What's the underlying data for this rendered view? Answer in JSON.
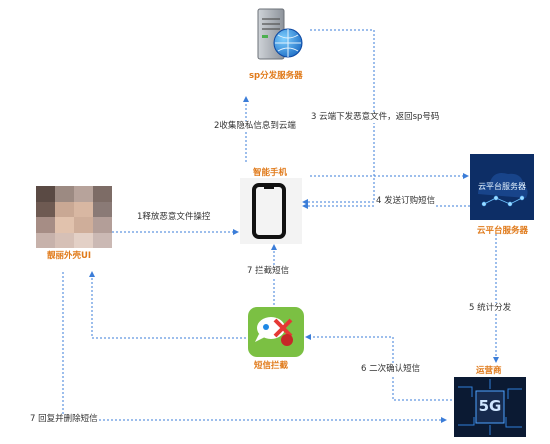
{
  "nodes": {
    "server": {
      "title": "sp分发服务器",
      "icon": "server-globe-icon"
    },
    "phone": {
      "title": "智能手机",
      "icon": "smartphone-icon"
    },
    "cloud": {
      "title": "云平台服务器",
      "icon": "cloud-platform-icon",
      "icon_text": "云平台服务器"
    },
    "shell": {
      "title": "靓丽外壳UI",
      "icon": "blurred-avatar-icon"
    },
    "sms": {
      "title": "短信拦截",
      "icon": "sms-intercept-app-icon"
    },
    "operator": {
      "title": "运营商",
      "icon": "5g-chip-icon",
      "icon_text": "5G"
    }
  },
  "edges": [
    {
      "label": "1释放恶意文件操控"
    },
    {
      "label": "2收集隐私信息到云端"
    },
    {
      "label": "3 云端下发恶意文件，返回sp号码"
    },
    {
      "label": "4 发送订购短信"
    },
    {
      "label": "5 统计分发"
    },
    {
      "label": "6 二次确认短信"
    },
    {
      "label": "7 拦截短信"
    },
    {
      "label": "7 回复并删除短信"
    }
  ],
  "colors": {
    "arrow": "#3b7dd8",
    "title": "#e07a1a",
    "cloud_bg": "#0d2e66",
    "operator_bg": "#0b1a33",
    "app_green": "#7bc043"
  }
}
